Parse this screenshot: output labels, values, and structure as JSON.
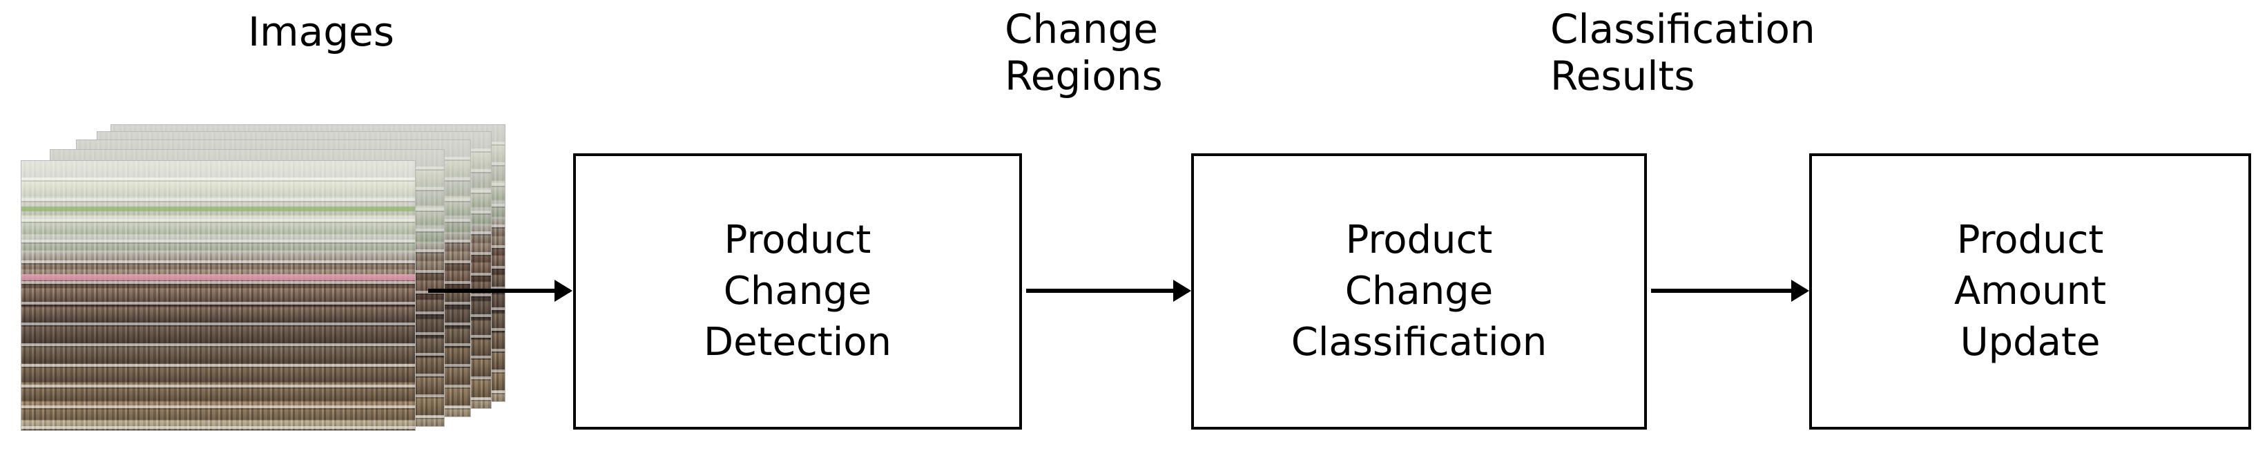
{
  "diagram": {
    "type": "pipeline-flowchart",
    "title": "",
    "nodes": [
      {
        "id": "images",
        "kind": "image-stack",
        "label": "Images",
        "count": 5
      },
      {
        "id": "detection",
        "kind": "process-box",
        "label": "Product\nChange\nDetection"
      },
      {
        "id": "classification",
        "kind": "process-box",
        "label": "Product\nChange\nClassification"
      },
      {
        "id": "update",
        "kind": "process-box",
        "label": "Product\nAmount\nUpdate"
      }
    ],
    "edges": [
      {
        "from": "images",
        "to": "detection",
        "label": ""
      },
      {
        "from": "detection",
        "to": "classification",
        "label": "Change\nRegions"
      },
      {
        "from": "classification",
        "to": "update",
        "label": "Classification\nResults"
      }
    ],
    "edge_labels": {
      "change_regions": "Change\nRegions",
      "classification_results": "Classification\nResults"
    },
    "colors": {
      "background": "#ffffff",
      "stroke": "#000000",
      "text": "#000000",
      "box_fill": "#ffffff"
    }
  }
}
